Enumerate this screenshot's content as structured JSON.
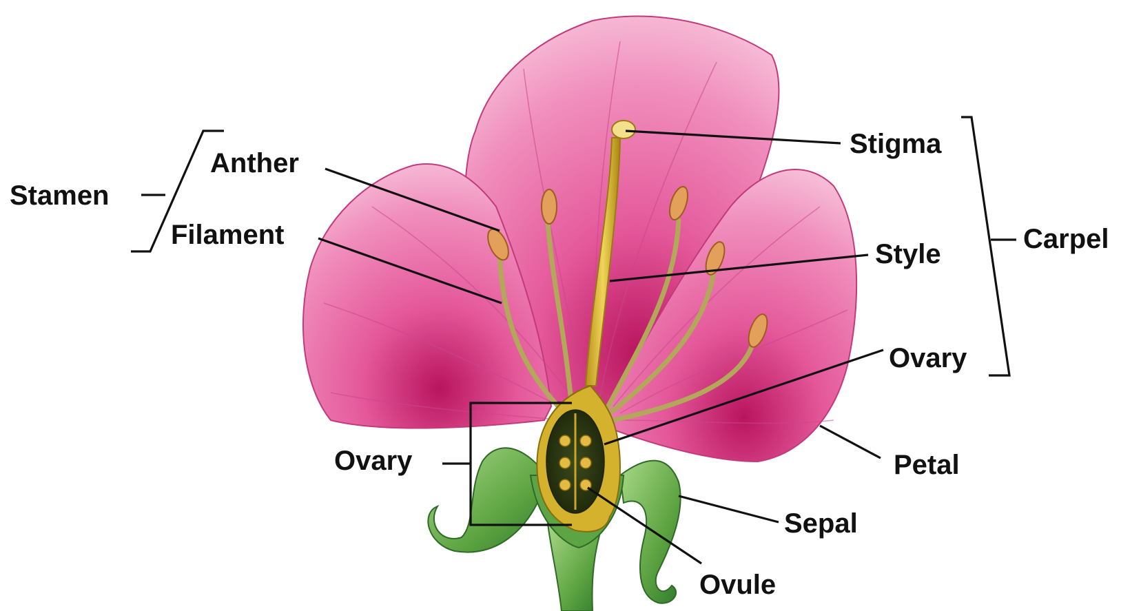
{
  "labels": {
    "stamen": "Stamen",
    "anther": "Anther",
    "filament": "Filament",
    "stigma": "Stigma",
    "style": "Style",
    "carpel": "Carpel",
    "ovary_right": "Ovary",
    "ovary_left": "Ovary",
    "petal": "Petal",
    "sepal": "Sepal",
    "ovule": "Ovule"
  },
  "colors": {
    "petal_light": "#f6b7d4",
    "petal_mid": "#e9619f",
    "petal_dark": "#b9155f",
    "pistil": "#d8b430",
    "pistil_dark": "#9a7a12",
    "filament": "#b3a85a",
    "anther": "#e3a05a",
    "sepal": "#79b85a",
    "sepal_dark": "#2f7a2c",
    "ovary_inner": "#2c3a16",
    "ovule": "#e2bb44",
    "line": "#111111",
    "text": "#111111"
  }
}
